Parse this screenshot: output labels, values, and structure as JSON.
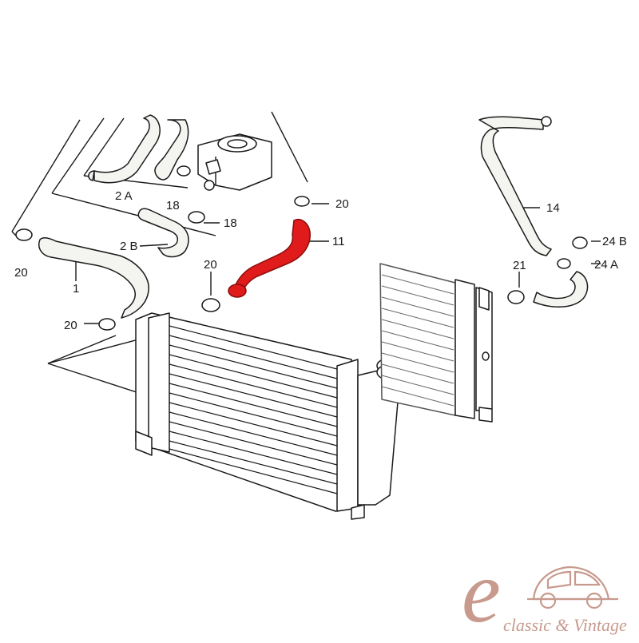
{
  "labels": {
    "p1": "1",
    "p2A": "2 A",
    "p2B": "2 B",
    "p11": "11",
    "p14": "14",
    "p18a": "18",
    "p18b": "18",
    "p20a": "20",
    "p20b": "20",
    "p20c": "20",
    "p20d": "20",
    "p21": "21",
    "p24A": "24 A",
    "p24B": "24 B"
  },
  "watermark": {
    "letter": "e",
    "text": "classic & Vintage"
  },
  "colors": {
    "highlight": "#e01b1b",
    "watermark": "#c89a8e",
    "line": "#1a1a1a"
  }
}
